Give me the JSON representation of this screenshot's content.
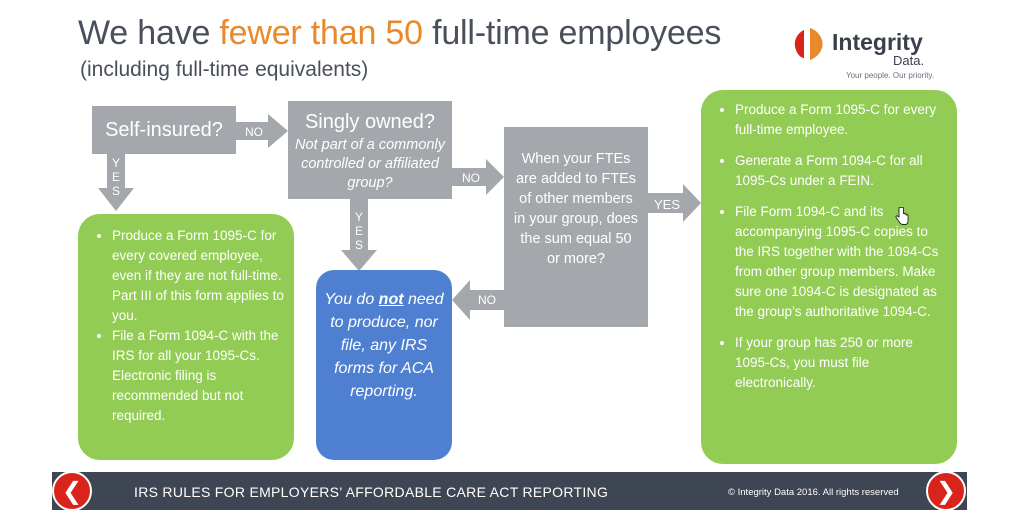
{
  "title": {
    "prefix": "We have ",
    "highlight": "fewer than 50",
    "suffix": " full-time employees"
  },
  "subtitle": "(including full-time equivalents)",
  "logo": {
    "name": "Integrity",
    "sub": "Data.",
    "tagline": "Your people. Our priority."
  },
  "nodes": {
    "self_insured": "Self-insured?",
    "singly_owned": {
      "question": "Singly owned?",
      "detail": "Not part of a commonly controlled or affiliated group?"
    },
    "fte_question": "When your FTEs are added to FTEs of other members in your group, does the sum equal 50 or more?",
    "covered_employees": {
      "items": [
        "Produce a Form 1095-C for every covered employee, even if they are not full-time. Part III of this form applies to you.",
        "File a Form 1094-C with the IRS for all your 1095-Cs. Electronic filing is recommended but not required."
      ]
    },
    "no_forms": {
      "pre": "You do ",
      "emph": "not",
      "post": " need to produce, nor file, any IRS forms for ACA reporting."
    },
    "full_time": {
      "items": [
        "Produce a Form 1095-C for every full-time employee.",
        "Generate a Form 1094-C for all 1095-Cs under a FEIN.",
        "File Form 1094-C and its accompanying 1095-C copies to the IRS together with the 1094-Cs from other group members. Make sure one 1094-C is designated as the group’s authoritative 1094-C.",
        "If your group has 250 or more 1095-Cs, you must file electronically."
      ]
    }
  },
  "edges": {
    "self_no": "NO",
    "self_yes": [
      "Y",
      "E",
      "S"
    ],
    "singly_no": "NO",
    "singly_yes": [
      "Y",
      "E",
      "S"
    ],
    "fte_yes": "YES",
    "fte_no": "NO"
  },
  "footer": {
    "title": "IRS RULES FOR EMPLOYERS’ AFFORDABLE CARE ACT REPORTING",
    "copyright": "© Integrity Data 2016.  All rights reserved"
  },
  "nav": {
    "prev": "❮",
    "next": "❯"
  },
  "colors": {
    "green": "#92cc54",
    "gray": "#a4a7ab",
    "blue": "#4e7fd1",
    "orange": "#e8892b",
    "footer": "#3e4553",
    "red": "#d9241b"
  }
}
